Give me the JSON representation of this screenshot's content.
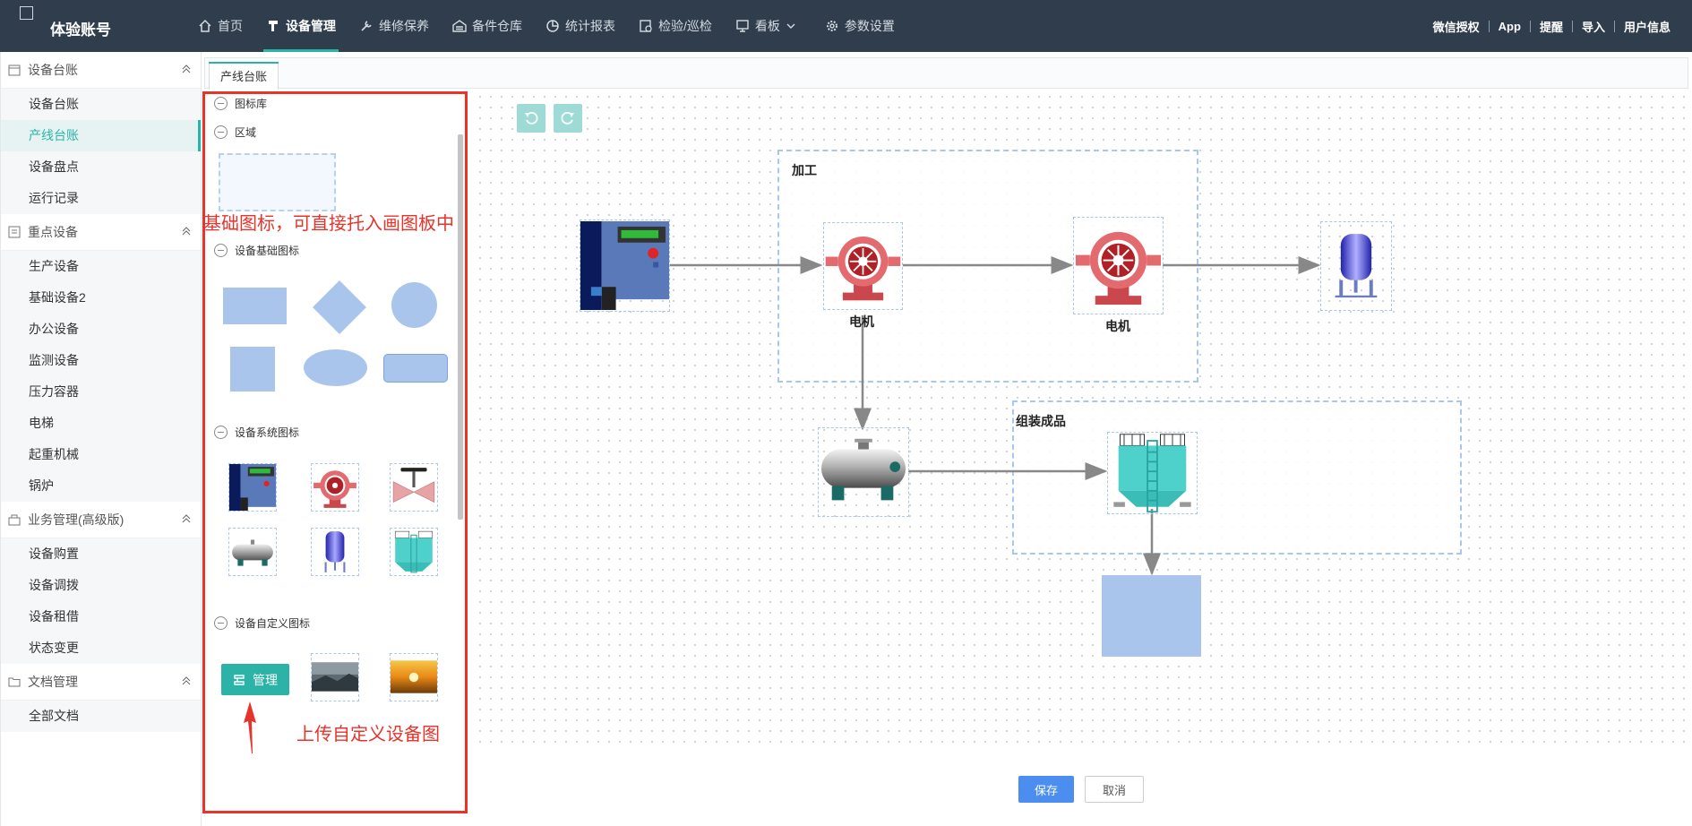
{
  "header": {
    "account": "体验账号",
    "nav": [
      "首页",
      "设备管理",
      "维修保养",
      "备件仓库",
      "统计报表",
      "检验/巡检",
      "看板",
      "参数设置"
    ],
    "active_nav": "设备管理",
    "right_links": [
      "微信授权",
      "App",
      "提醒",
      "导入",
      "用户信息"
    ]
  },
  "sidebar": {
    "groups": [
      {
        "label": "设备台账",
        "items": [
          "设备台账",
          "产线台账",
          "设备盘点",
          "运行记录"
        ]
      },
      {
        "label": "重点设备",
        "items": [
          "生产设备",
          "基础设备2",
          "办公设备",
          "监测设备",
          "压力容器",
          "电梯",
          "起重机械",
          "锅炉"
        ]
      },
      {
        "label": "业务管理(高级版)",
        "items": [
          "设备购置",
          "设备调拨",
          "设备租借",
          "状态变更"
        ]
      },
      {
        "label": "文档管理",
        "items": [
          "全部文档"
        ]
      }
    ],
    "active_item": "产线台账"
  },
  "tabs": [
    "产线台账"
  ],
  "panel": {
    "sections": [
      "图标库",
      "区域",
      "设备基础图标",
      "设备系统图标",
      "设备自定义图标"
    ],
    "manage_label": "管理",
    "annotation_basic": "基础图标，可直接托入画图板中",
    "annotation_upload": "上传自定义设备图"
  },
  "canvas": {
    "zones": [
      "加工",
      "组装成品"
    ],
    "node_labels": [
      "电机",
      "电机"
    ]
  },
  "buttons": {
    "save": "保存",
    "cancel": "取消"
  },
  "colors": {
    "accent": "#2bb3a8",
    "topbar": "#2f3d4c",
    "annotation": "#e8332b",
    "shape": "#aac5ec",
    "primary": "#4b8ef0"
  },
  "icons": [
    "home-icon",
    "device-icon",
    "wrench-icon",
    "warehouse-icon",
    "chart-pie-icon",
    "inspect-icon",
    "board-icon",
    "gear-icon",
    "undo-icon",
    "redo-icon"
  ]
}
